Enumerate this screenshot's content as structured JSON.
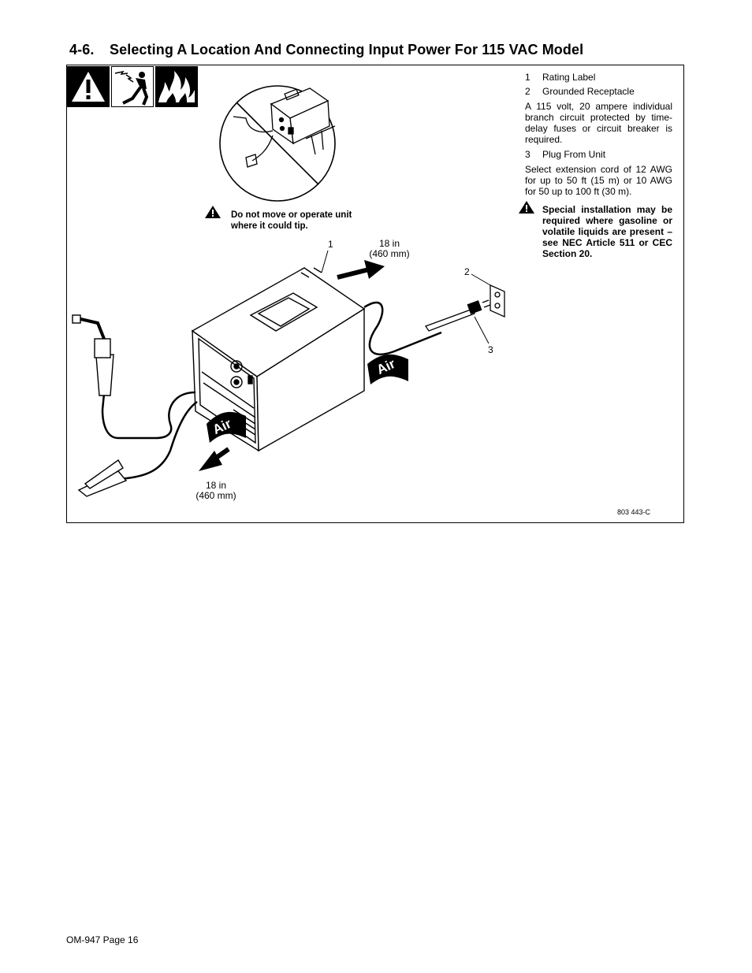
{
  "section": {
    "number": "4-6.",
    "title": "Selecting A Location And Connecting Input Power For 115 VAC Model"
  },
  "hazard_icons": [
    "warning-triangle-icon",
    "electric-shock-icon",
    "fire-icon"
  ],
  "figure": {
    "tip_warning": {
      "icon": "warning-triangle-icon",
      "line1": "Do not move or operate unit",
      "line2": "where it could tip."
    },
    "clearance_top": {
      "line1": "18 in",
      "line2": "(460 mm)"
    },
    "clearance_bottom": {
      "line1": "18 in",
      "line2": "(460 mm)"
    },
    "callouts": {
      "c1": "1",
      "c2": "2",
      "c3": "3"
    },
    "airflow_labels": [
      "Air",
      "Air"
    ],
    "figure_number": "803 443-C"
  },
  "legend": {
    "item1": {
      "num": "1",
      "label": "Rating Label"
    },
    "item2": {
      "num": "2",
      "label": "Grounded Receptacle"
    },
    "item2_note": "A 115 volt, 20 ampere individual branch circuit protected by time-delay fuses or circuit breaker is required.",
    "item3": {
      "num": "3",
      "label": "Plug From Unit"
    },
    "item3_note": "Select extension cord of 12 AWG for up to 50 ft (15 m) or 10 AWG for 50 up to 100 ft (30 m).",
    "special_warning": "Special installation may be required where gasoline or volatile liquids are present – see NEC Article 511 or CEC Section 20."
  },
  "footer": {
    "page_label": "OM-947 Page 16"
  }
}
